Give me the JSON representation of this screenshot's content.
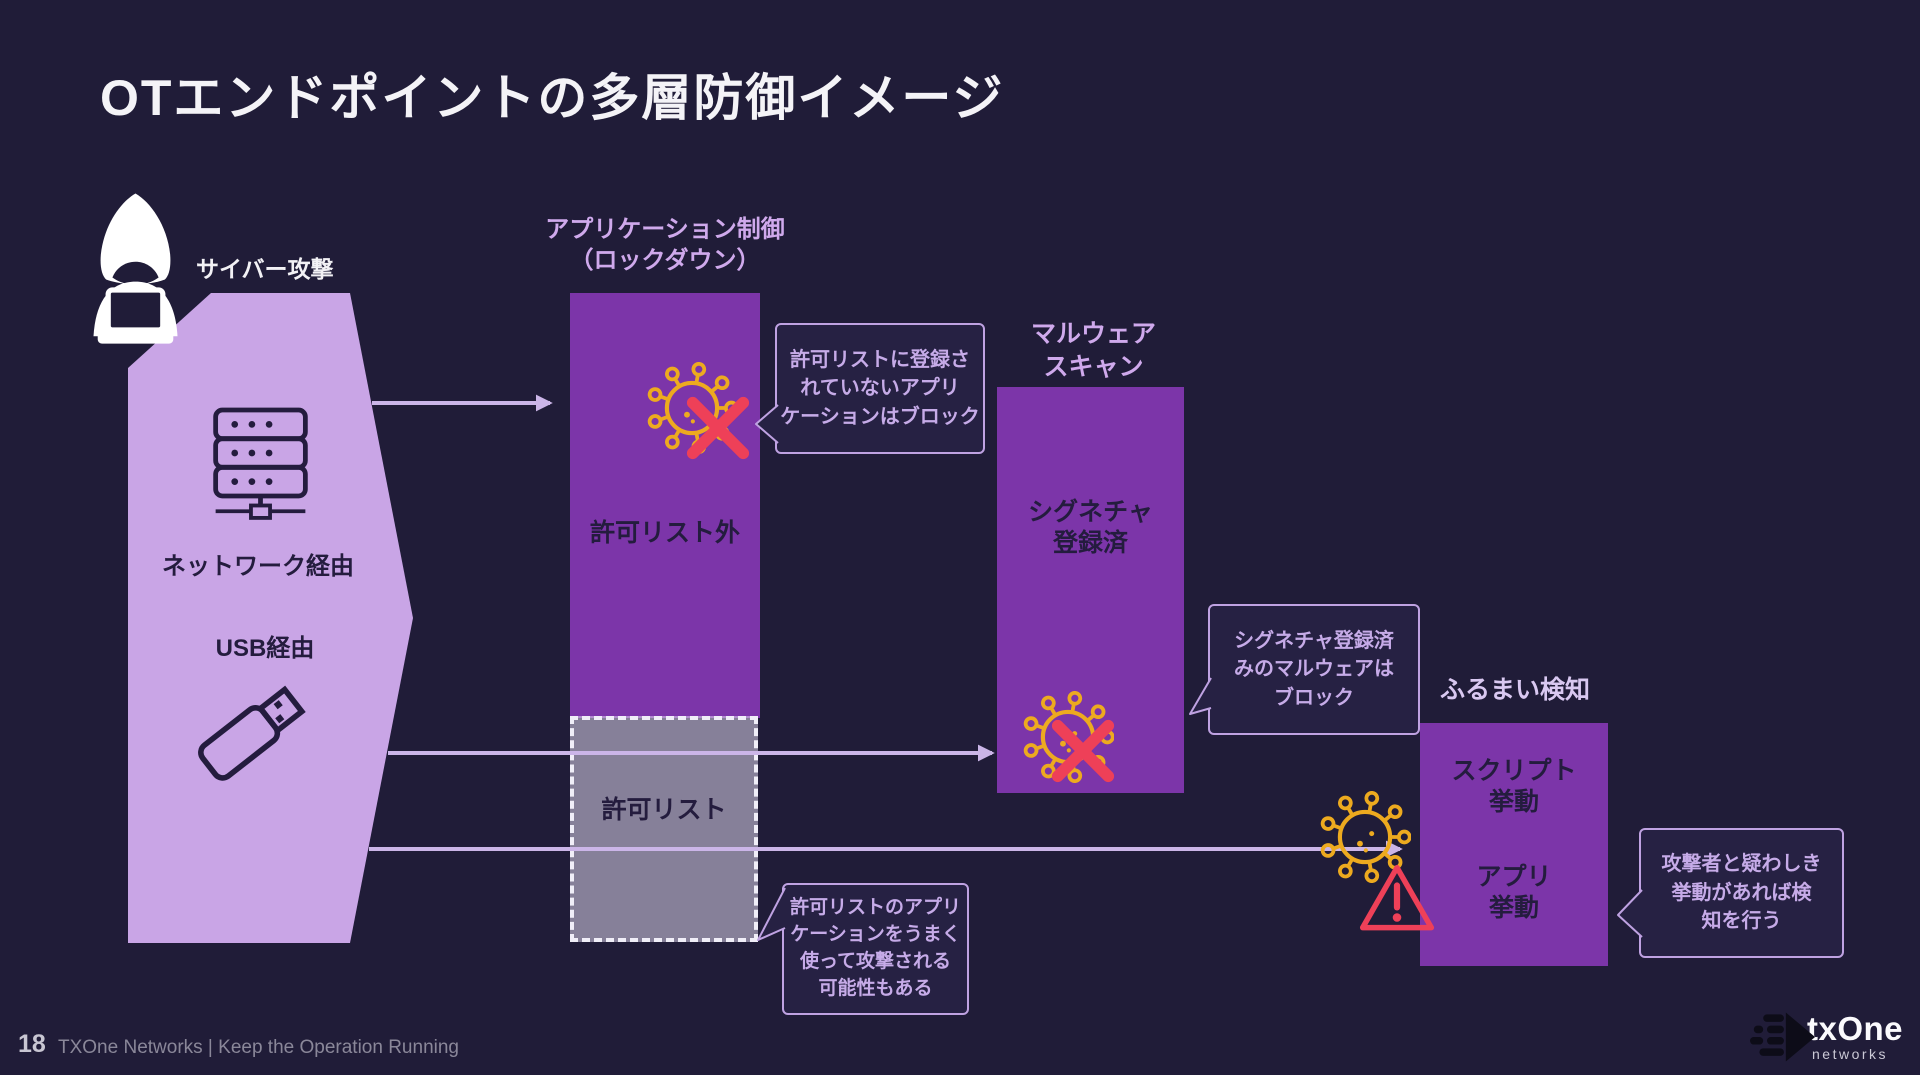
{
  "slide": {
    "title": "OTエンドポイントの多層防御イメージ",
    "page_number": "18",
    "footer_text": "TXOne Networks  |  Keep the Operation Running",
    "logo_brand": "txOne",
    "logo_sub": "networks"
  },
  "attack": {
    "label": "サイバー攻撃",
    "vector_network": "ネットワーク経由",
    "vector_usb": "USB経由"
  },
  "layer_app_control": {
    "title1": "アプリケーション制御",
    "title2": "（ロックダウン）",
    "zone_outside": "許可リスト外",
    "zone_allowlist": "許可リスト"
  },
  "layer_malware_scan": {
    "title1": "マルウェア",
    "title2": "スキャン",
    "zone1": "シグネチャ",
    "zone2": "登録済"
  },
  "layer_behavior": {
    "title": "ふるまい検知",
    "zone1a": "スクリプト",
    "zone1b": "挙動",
    "zone2a": "アプリ",
    "zone2b": "挙動"
  },
  "callout_app_block": {
    "l1": "許可リストに登録さ",
    "l2": "れていないアプリ",
    "l3": "ケーションはブロック"
  },
  "callout_signature_block": {
    "l1": "シグネチャ登録済",
    "l2": "みのマルウェアは",
    "l3": "ブロック"
  },
  "callout_behavior_detect": {
    "l1": "攻撃者と疑わしき",
    "l2": "挙動があれば検",
    "l3": "知を行う"
  },
  "callout_allowlist_risk": {
    "l1": "許可リストのアプリ",
    "l2": "ケーションをうまく",
    "l3": "使って攻撃される",
    "l4": "可能性もある"
  },
  "icons": {
    "hacker": "hacker-icon",
    "server": "server-icon",
    "usb": "usb-icon",
    "virus": "virus-icon",
    "blocked": "blocked-x-icon",
    "warning": "warning-triangle-icon",
    "logo_arrow": "txone-arrow-icon"
  },
  "colors": {
    "background": "#201c38",
    "funnel": "#c9a5e6",
    "layer_box": "#7c35a9",
    "allowlist_box": "#86809a",
    "accent_text": "#cfa9ec",
    "callout_border": "#bfa2e2",
    "dark_text": "#241c3e",
    "virus": "#edaa1f",
    "alert": "#ee4058",
    "arrow": "#cbb5e8"
  }
}
